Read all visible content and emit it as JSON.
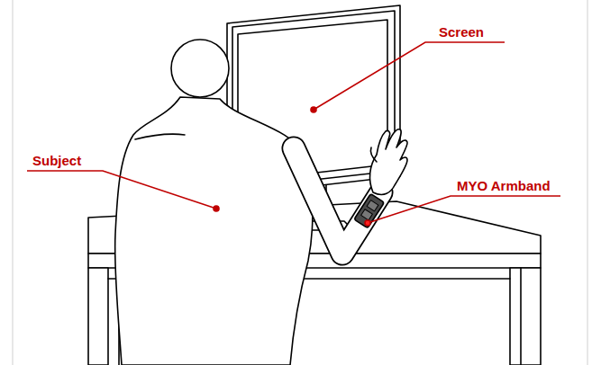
{
  "diagram": {
    "labels": [
      "Screen",
      "Subject",
      "MYO Armband"
    ]
  }
}
